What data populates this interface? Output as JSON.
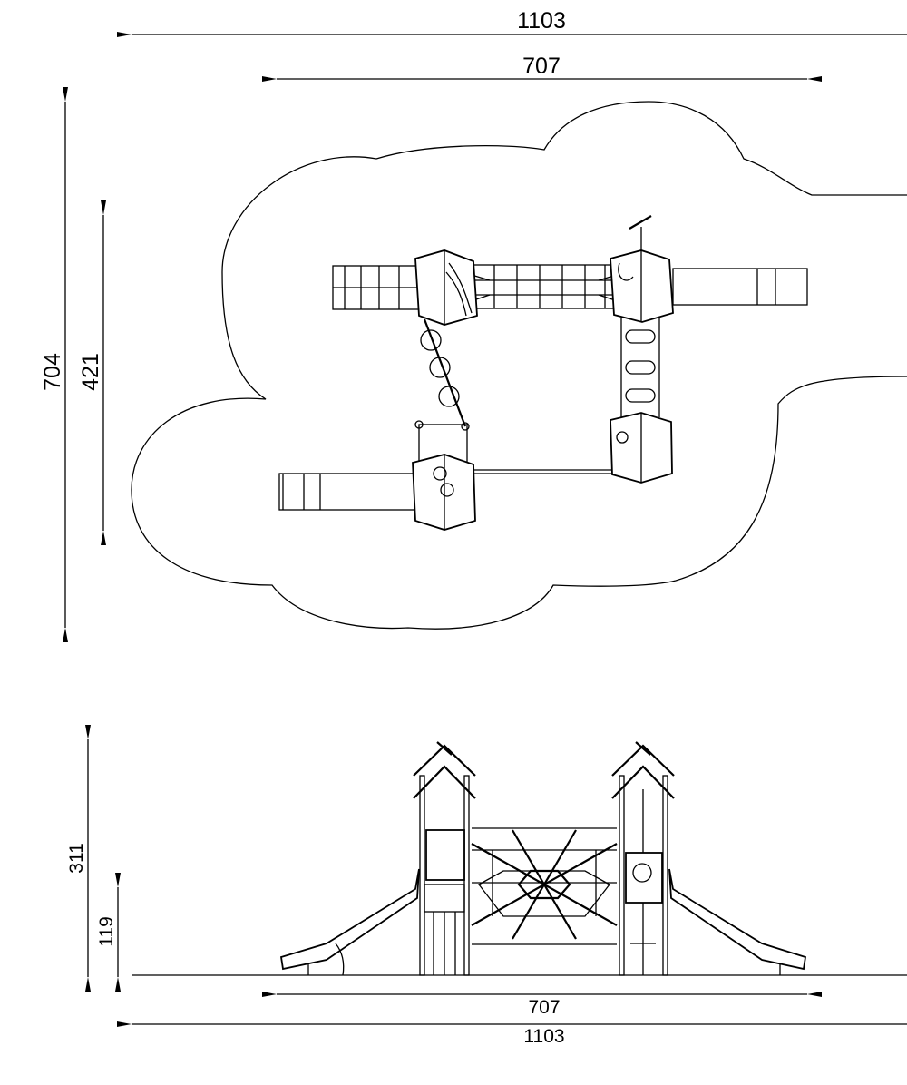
{
  "drawing": {
    "plan_view": {
      "width_total": "1103",
      "width_equipment": "707",
      "depth_total": "704",
      "depth_equipment": "421"
    },
    "elevation_view": {
      "height_total": "311",
      "platform_height": "119",
      "width_equipment": "707",
      "width_total": "1103"
    },
    "line_color": "#000000",
    "background": "#ffffff"
  }
}
